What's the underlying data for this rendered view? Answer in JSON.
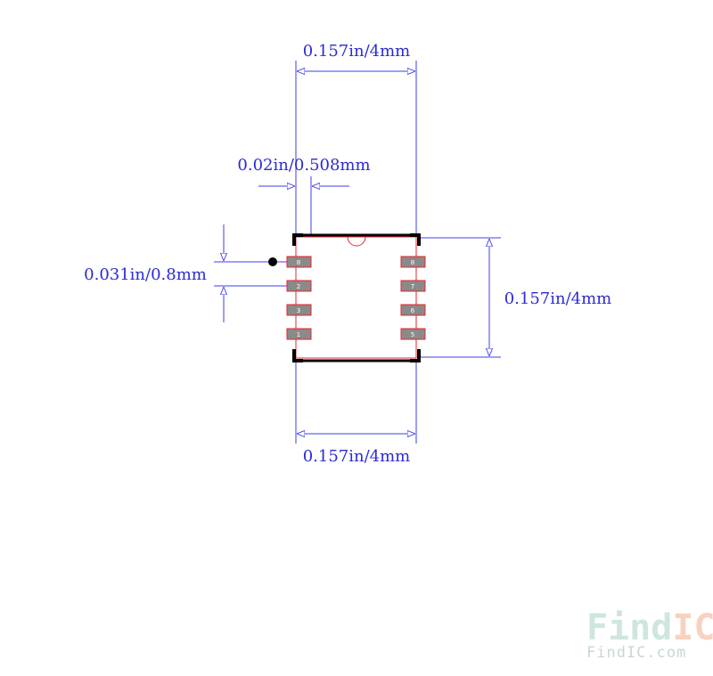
{
  "dimensions": {
    "top_width": "0.157in/4mm",
    "pad_width": "0.02in/0.508mm",
    "pitch": "0.031in/0.8mm",
    "height": "0.157in/4mm",
    "bottom_width": "0.157in/4mm"
  },
  "pins_left": [
    "8",
    "2",
    "3",
    "1"
  ],
  "pins_right": [
    "8",
    "7",
    "6",
    "5"
  ],
  "watermark": {
    "logo_find": "Find",
    "logo_ic": "IC",
    "site": "FindIC.com"
  },
  "colors": {
    "dimension": "#3c3cf0",
    "body": "#e8242c",
    "pad": "#8a8a8a",
    "outline": "#000000"
  }
}
